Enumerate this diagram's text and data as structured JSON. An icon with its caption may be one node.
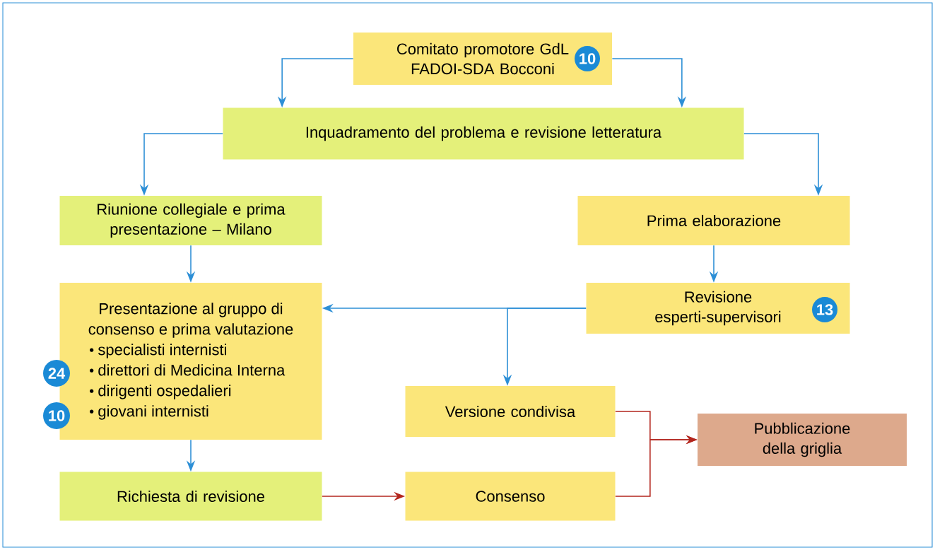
{
  "diagram": {
    "nodes": [
      {
        "text": [
          "Comitato promotore GdL FADOI-SDA Bocconi"
        ]
      },
      {
        "text": [
          "10"
        ],
        "in": 0
      },
      {
        "text": [
          "Inquadramento del problema e revisione letteratura"
        ]
      },
      {
        "text": [
          "Riunione collegiale e prima presentazione – Milano"
        ]
      },
      {
        "text": [
          "Prima elaborazione"
        ]
      },
      {
        "text": [
          "Presentazione al gruppo di consenso e prima valutazione",
          "specialisti internisti",
          "direttori di Medicina Interna",
          "dirigenti ospedalieri",
          "giovani internisti"
        ]
      },
      {
        "text": [
          "24"
        ]
      },
      {
        "text": [
          "10"
        ]
      },
      {
        "text": [
          "Revisione esperti-supervisori"
        ]
      },
      {
        "text": [
          "13"
        ],
        "in": 8
      },
      {
        "text": [
          "Versione condivisa"
        ]
      },
      {
        "text": [
          "Pubblicazione della griglia"
        ]
      },
      {
        "text": [
          "Richiesta di revisione"
        ]
      },
      {
        "text": [
          "Consenso"
        ]
      }
    ],
    "edges": [
      {
        "from": 0,
        "to": 2,
        "arrow": "to"
      },
      {
        "from": 0,
        "to": 2,
        "arrow": "to"
      },
      {
        "from": 2,
        "to": 3,
        "arrow": "to"
      },
      {
        "from": 2,
        "to": 4,
        "arrow": "to"
      },
      {
        "from": 3,
        "to": 5,
        "arrow": "to"
      },
      {
        "from": 4,
        "to": 8,
        "arrow": "to"
      },
      {
        "from": 8,
        "to": 5,
        "arrow": "to"
      },
      {
        "from": 8,
        "to": 10,
        "arrow": "to"
      },
      {
        "from": 5,
        "to": 12,
        "arrow": "to"
      },
      {
        "from": 12,
        "to": 13,
        "arrow": "to",
        "color": "#b3261e"
      },
      {
        "from": 10,
        "to": 11,
        "arrow": "to",
        "color": "#b3261e"
      },
      {
        "from": 13,
        "to": 11,
        "arrow": "to",
        "color": "#b3261e"
      }
    ]
  }
}
